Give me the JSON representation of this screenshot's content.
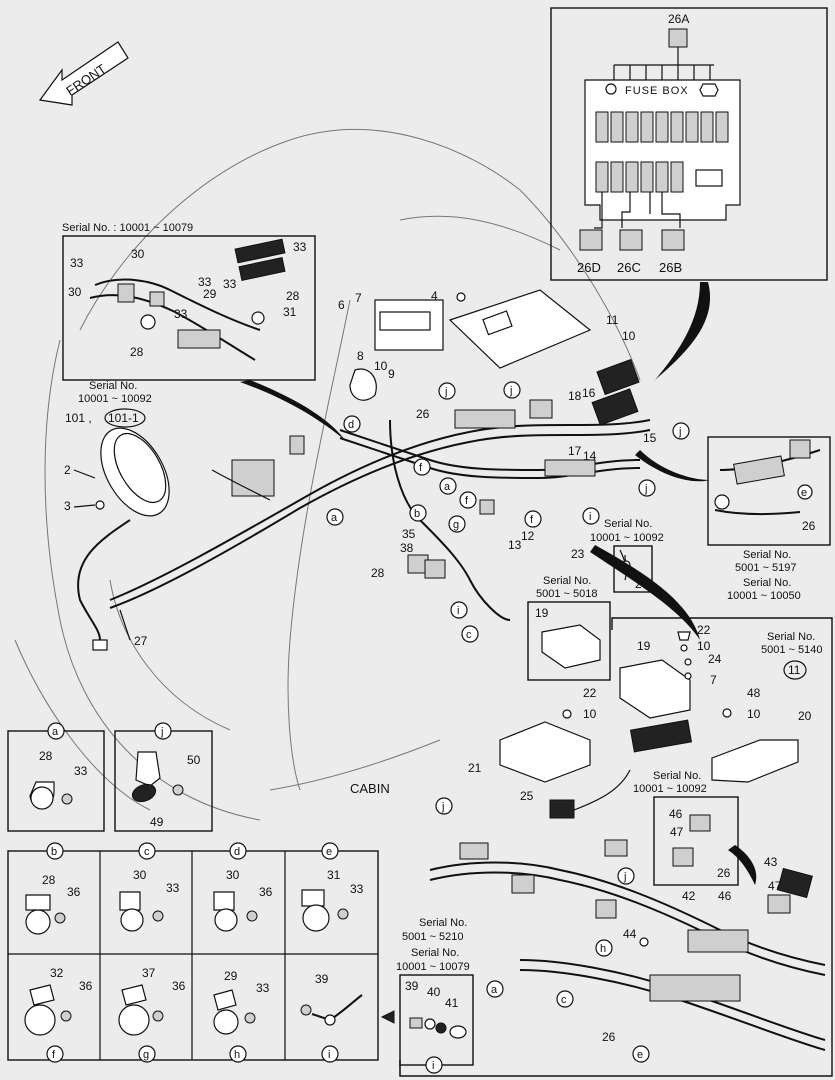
{
  "front_label": "FRONT",
  "cabin_label": "CABIN",
  "fuse_box": {
    "title": "FUSE BOX",
    "top_label": "26A",
    "bottom_labels": [
      "26D",
      "26C",
      "26B"
    ]
  },
  "serial": {
    "s1": "Serial No. : 10001 ~ 10079",
    "s2_line1": "Serial No.",
    "s2_line2": "10001 ~ 10092",
    "s3_line1": "Serial No.",
    "s3_line2": "10001 ~ 10092",
    "s4_line1": "Serial No.",
    "s4_line2": "5001 ~ 5018",
    "s5_line1": "Serial No.",
    "s5_line2": "5001 ~ 5197",
    "s5_line3": "Serial No.",
    "s5_line4": "10001 ~ 10050",
    "s6_line1": "Serial No.",
    "s6_line2": "5001 ~ 5140",
    "s7_line1": "Serial No.",
    "s7_line2": "10001 ~ 10092",
    "s8_line1": "Serial No.",
    "s8_line2": "5001 ~ 5210",
    "s8_line3": "Serial No.",
    "s8_line4": "10001 ~ 10079"
  },
  "part_labels": {
    "p2": "2",
    "p3": "3",
    "p4": "4",
    "p6": "6",
    "p7": "7",
    "p8": "8",
    "p9": "9",
    "p10a": "10",
    "p10b": "10",
    "p10c": "10",
    "p10d": "10",
    "p10e": "10",
    "p11": "11",
    "p11c": "11",
    "p12": "12",
    "p13": "13",
    "p14": "14",
    "p15": "15",
    "p16": "16",
    "p17": "17",
    "p18": "18",
    "p19": "19",
    "p19b": "19",
    "p20": "20",
    "p21": "21",
    "p22a": "22",
    "p22b": "22",
    "p23": "23",
    "p23b": "23",
    "p24": "24",
    "p25": "25",
    "p26": "26",
    "p26b": "26",
    "p26c": "26",
    "p26d": "26",
    "p27": "27",
    "p28": "28",
    "p28b": "28",
    "p28c": "28",
    "p29": "29",
    "p30a": "30",
    "p30b": "30",
    "p31": "31",
    "p33a": "33",
    "p33b": "33",
    "p33c": "33",
    "p33d": "33",
    "p33e": "33",
    "p35": "35",
    "p38": "38",
    "p42": "42",
    "p43": "43",
    "p44": "44",
    "p46a": "46",
    "p46b": "46",
    "p47a": "47",
    "p47b": "47",
    "p48": "48",
    "p7b": "7",
    "p101": "101 ,",
    "p101c": "101-1"
  },
  "detail_views": {
    "a": {
      "key": "a",
      "parts": [
        "28",
        "33"
      ]
    },
    "j": {
      "key": "j",
      "parts": [
        "50",
        "49"
      ]
    },
    "b": {
      "key": "b",
      "parts": [
        "28",
        "36"
      ]
    },
    "c": {
      "key": "c",
      "parts": [
        "30",
        "33"
      ]
    },
    "d": {
      "key": "d",
      "parts": [
        "30",
        "36"
      ]
    },
    "e": {
      "key": "e",
      "parts": [
        "31",
        "33"
      ]
    },
    "f": {
      "key": "f",
      "parts": [
        "32",
        "36"
      ]
    },
    "g": {
      "key": "g",
      "parts": [
        "37",
        "36"
      ]
    },
    "h": {
      "key": "h",
      "parts": [
        "29",
        "33"
      ]
    },
    "i": {
      "key": "i",
      "parts": [
        "39"
      ]
    },
    "i2": {
      "key": "i",
      "parts": [
        "39",
        "40",
        "41"
      ]
    }
  },
  "callouts": {
    "a1": "a",
    "a2": "a",
    "a3": "a",
    "b1": "b",
    "c1": "c",
    "c2": "c",
    "d1": "d",
    "e1": "e",
    "e2": "e",
    "f1": "f",
    "f2": "f",
    "f3": "f",
    "g1": "g",
    "h1": "h",
    "i1": "i",
    "i2": "i",
    "j1": "j",
    "j2": "j",
    "j3": "j",
    "j4": "j",
    "j5": "j",
    "j6": "j"
  }
}
